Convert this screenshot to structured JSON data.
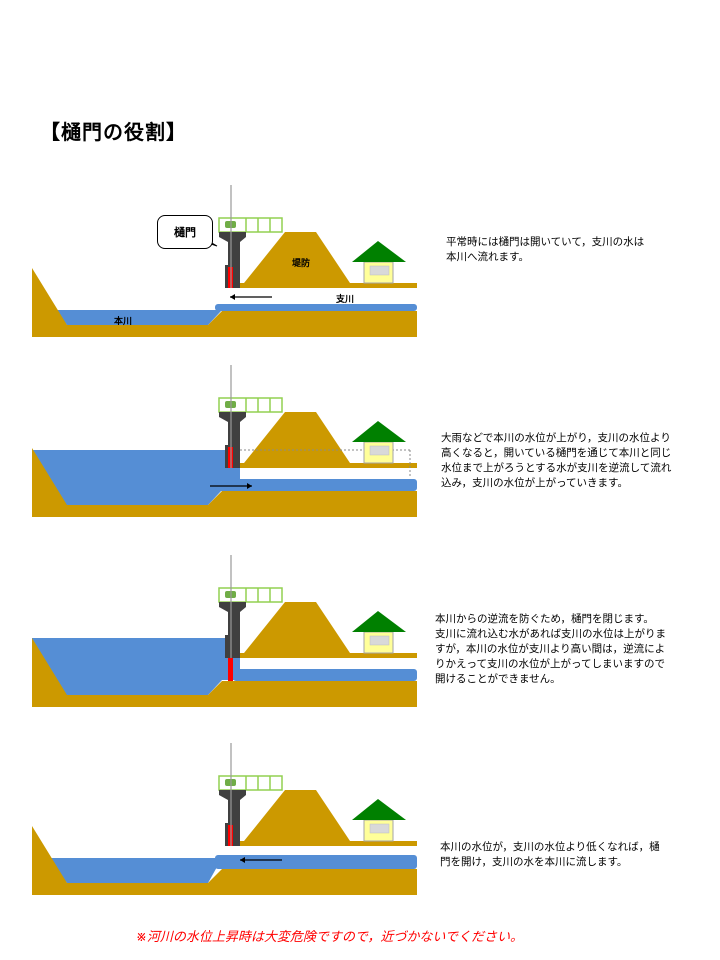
{
  "title": "【樋門の役割】",
  "labels": {
    "gate": "樋門",
    "levee": "堤防",
    "main_river": "本川",
    "tributary": "支川"
  },
  "panels": [
    {
      "state": "normal",
      "gate": "open",
      "flow": "tributary-to-main",
      "description": "平常時には樋門は開いていて，支川の水は\n本川へ流れます。"
    },
    {
      "state": "flood-backflow",
      "gate": "open",
      "flow": "main-to-tributary",
      "description": "大雨などで本川の水位が上がり，支川の水位より\n高くなると，開いている樋門を通じて本川と同じ\n水位まで上がろうとする水が支川を逆流して流れ\n込み，支川の水位が上がっていきます。"
    },
    {
      "state": "gate-closed",
      "gate": "closed",
      "flow": "none",
      "description": "本川からの逆流を防ぐため，樋門を閉じます。\n支川に流れ込む水があれば支川の水位は上がりま\nすが，本川の水位が支川より高い間は，逆流によ\nりかえって支川の水位が上がってしまいますので\n開けることができません。"
    },
    {
      "state": "receding",
      "gate": "open",
      "flow": "tributary-to-main",
      "description": "本川の水位が，支川の水位より低くなれば，樋\n門を開け，支川の水を本川に流します。"
    }
  ],
  "footer": "※河川の水位上昇時は大変危険ですので，近づかないでください。",
  "colors": {
    "water": "#558ed5",
    "ground": "#cc9900",
    "gate": "#ff0000",
    "structure": "#404040",
    "railing": "#92d050",
    "roof": "#008000",
    "house": "#ffff99",
    "warning": "#ff0000"
  }
}
